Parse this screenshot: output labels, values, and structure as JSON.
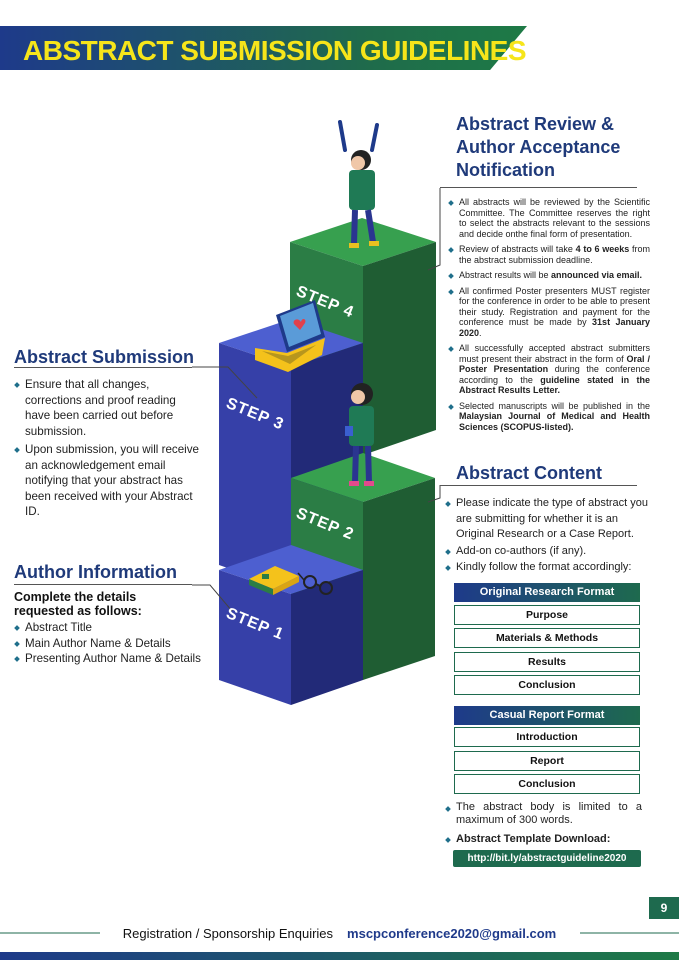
{
  "header": {
    "title": "ABSTRACT SUBMISSION GUIDELINES"
  },
  "review": {
    "title_lines": [
      "Abstract Review &",
      "Author Acceptance",
      "Notification"
    ],
    "items": [
      [
        {
          "t": "All abstracts will be reviewed by the Scientific Committee. The Committee reserves the right to select the abstracts relevant to the sessions and decide onthe final form of presentation."
        }
      ],
      [
        {
          "t": "Review of abstracts will take "
        },
        {
          "t": "4 to 6 weeks",
          "b": true
        },
        {
          "t": " from the abstract submission deadline."
        }
      ],
      [
        {
          "t": "Abstract results will be "
        },
        {
          "t": "announced via email.",
          "b": true
        }
      ],
      [
        {
          "t": "All confirmed Poster presenters MUST register for the conference in order to be able to present their study. Registration and payment for the conference must be made by "
        },
        {
          "t": "31st January 2020",
          "b": true
        },
        {
          "t": "."
        }
      ],
      [
        {
          "t": "All successfully accepted abstract submitters must present their abstract in the form of "
        },
        {
          "t": "Oral / Poster Presentation",
          "b": true
        },
        {
          "t": " during the conference according to the "
        },
        {
          "t": "guideline stated in the Abstract Results Letter.",
          "b": true
        }
      ],
      [
        {
          "t": "Selected manuscripts will be published in the "
        },
        {
          "t": "Malaysian Journal of Medical and Health Sciences (SCOPUS-listed).",
          "b": true
        }
      ]
    ]
  },
  "submission": {
    "title": "Abstract Submission",
    "items": [
      "Ensure that all changes, corrections and proof reading have been carried out before submission.",
      "Upon submission, you will receive an acknowledgement email notifying that your abstract has been received with your Abstract ID."
    ]
  },
  "author": {
    "title": "Author Information",
    "subtitle": "Complete the details requested as follows:",
    "items": [
      "Abstract Title",
      "Main Author Name & Details",
      "Presenting Author Name & Details"
    ]
  },
  "content": {
    "title": "Abstract Content",
    "items": [
      "Please indicate the type of abstract you are submitting for whether it is an Original Research or a Case Report.",
      "Add-on co-authors (if any).",
      "Kindly follow the format accordingly:"
    ],
    "word_limit": "The abstract body is limited to a maximum of 300 words.",
    "template_label": "Abstract Template Download:",
    "template_link": "http://bit.ly/abstractguideline2020"
  },
  "formats": [
    {
      "heading": "Original Research Format",
      "items": [
        "Purpose",
        "Materials & Methods",
        "Results",
        "Conclusion"
      ]
    },
    {
      "heading": "Casual Report Format",
      "items": [
        "Introduction",
        "Report",
        "Conclusion"
      ]
    }
  ],
  "steps": [
    "STEP 1",
    "STEP 2",
    "STEP 3",
    "STEP 4"
  ],
  "footer": {
    "label": "Registration / Sponsorship Enquiries",
    "email": "mscpconference2020@gmail.com",
    "page_number": "9"
  },
  "colors": {
    "navy": "#1e3a8a",
    "green": "#1e6a4e",
    "yellow": "#f6e51a",
    "step_blue": "#3640a8",
    "step_green": "#2b7d45"
  },
  "icons": [
    "person-arms-up",
    "laptop-heart",
    "person-phone",
    "book",
    "glasses"
  ]
}
